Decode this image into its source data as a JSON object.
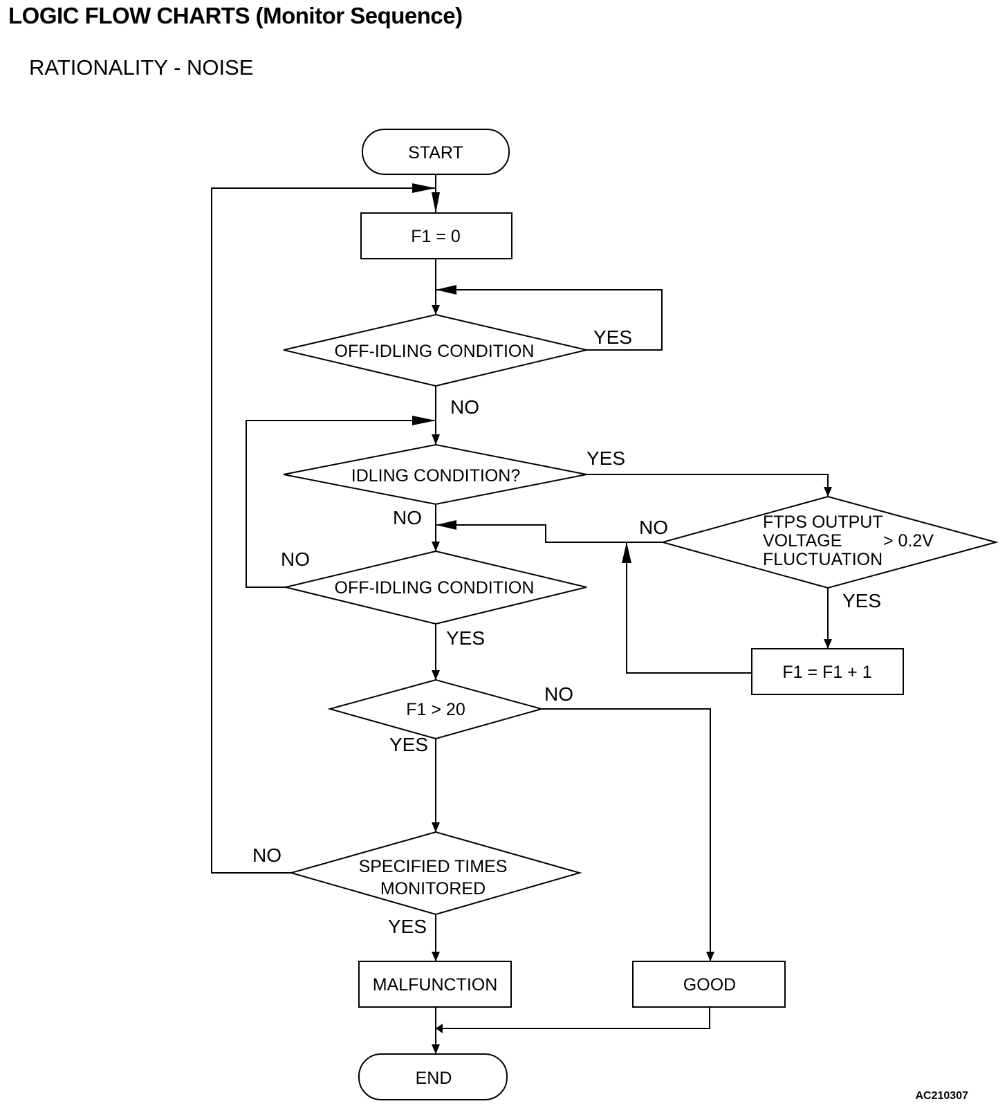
{
  "header": {
    "title": "LOGIC FLOW CHARTS (Monitor Sequence)",
    "subtitle": "RATIONALITY - NOISE"
  },
  "figure_code": "AC210307",
  "nodes": {
    "start": {
      "type": "terminal",
      "text": "START"
    },
    "f1_reset": {
      "type": "process",
      "text": "F1 = 0"
    },
    "off_idling_1": {
      "type": "decision",
      "text": "OFF-IDLING CONDITION"
    },
    "idling": {
      "type": "decision",
      "text": "IDLING CONDITION?"
    },
    "ftps": {
      "type": "decision",
      "line1": "FTPS OUTPUT",
      "line2": "VOLTAGE",
      "line2b": "> 0.2V",
      "line3": "FLUCTUATION"
    },
    "f1_increment": {
      "type": "process",
      "text": "F1 = F1 + 1"
    },
    "off_idling_2": {
      "type": "decision",
      "text": "OFF-IDLING CONDITION"
    },
    "f1_check": {
      "type": "decision",
      "text": "F1 > 20"
    },
    "specified_times": {
      "type": "decision",
      "line1": "SPECIFIED TIMES",
      "line2": "MONITORED"
    },
    "malfunction": {
      "type": "process",
      "text": "MALFUNCTION"
    },
    "good": {
      "type": "process",
      "text": "GOOD"
    },
    "end": {
      "type": "terminal",
      "text": "END"
    }
  },
  "edge_labels": {
    "off_idling_1_yes": "YES",
    "off_idling_1_no": "NO",
    "idling_yes": "YES",
    "idling_no": "NO",
    "ftps_no": "NO",
    "ftps_yes": "YES",
    "off_idling_2_no": "NO",
    "off_idling_2_yes": "YES",
    "f1_check_no": "NO",
    "f1_check_yes": "YES",
    "specified_times_no": "NO",
    "specified_times_yes": "YES"
  },
  "edges": [
    {
      "from": "start",
      "to": "f1_reset"
    },
    {
      "from": "f1_reset",
      "to": "off_idling_1"
    },
    {
      "from": "off_idling_1",
      "to": "off_idling_1",
      "label": "YES"
    },
    {
      "from": "off_idling_1",
      "to": "idling",
      "label": "NO"
    },
    {
      "from": "idling",
      "to": "ftps",
      "label": "YES"
    },
    {
      "from": "idling",
      "to": "off_idling_2",
      "label": "NO"
    },
    {
      "from": "ftps",
      "to": "off_idling_2",
      "label": "NO"
    },
    {
      "from": "ftps",
      "to": "f1_increment",
      "label": "YES"
    },
    {
      "from": "f1_increment",
      "to": "off_idling_2"
    },
    {
      "from": "off_idling_2",
      "to": "idling",
      "label": "NO"
    },
    {
      "from": "off_idling_2",
      "to": "f1_check",
      "label": "YES"
    },
    {
      "from": "f1_check",
      "to": "good",
      "label": "NO"
    },
    {
      "from": "f1_check",
      "to": "specified_times",
      "label": "YES"
    },
    {
      "from": "specified_times",
      "to": "f1_reset",
      "label": "NO"
    },
    {
      "from": "specified_times",
      "to": "malfunction",
      "label": "YES"
    },
    {
      "from": "malfunction",
      "to": "end"
    },
    {
      "from": "good",
      "to": "end"
    }
  ]
}
